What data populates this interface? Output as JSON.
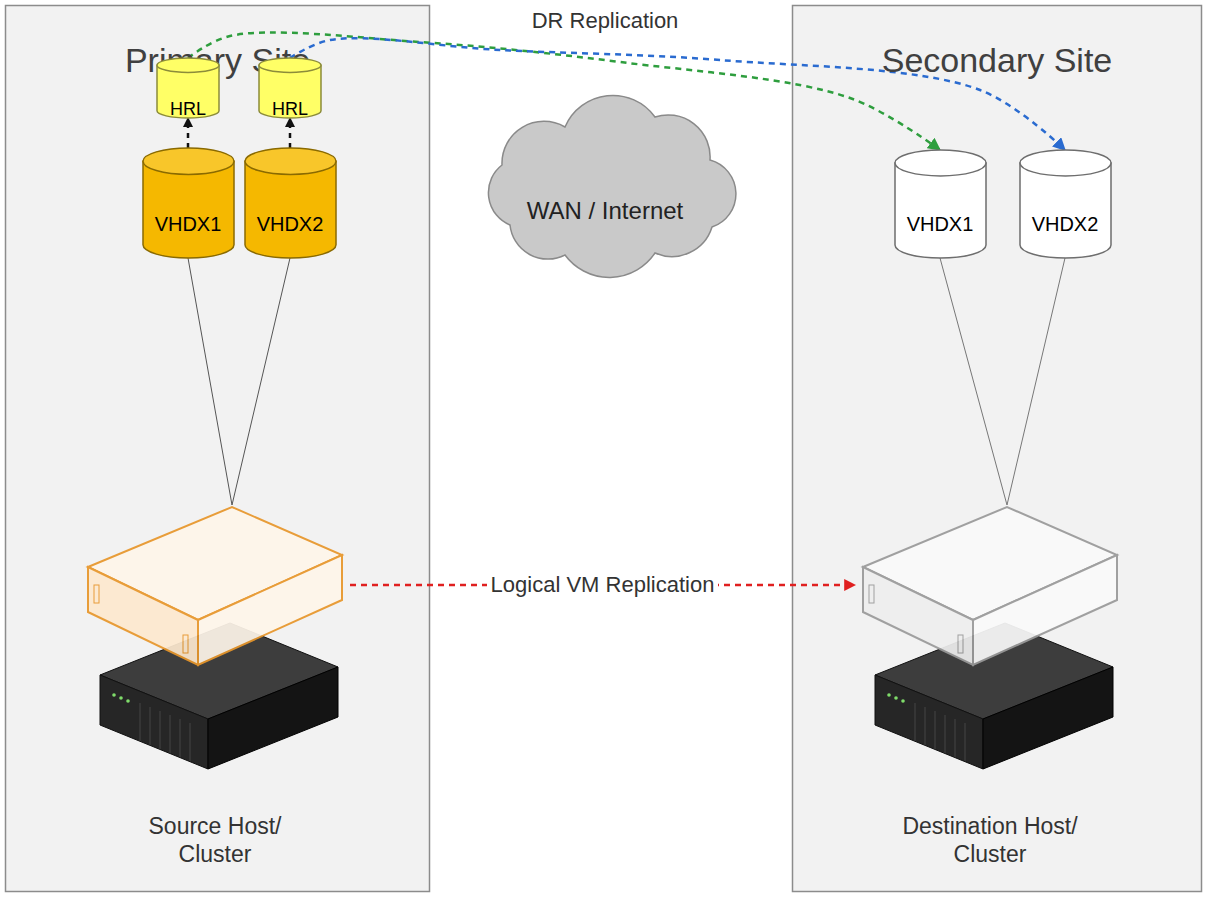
{
  "diagram": {
    "nodes": [
      {
        "text": [
          "Primary Site"
        ]
      },
      {
        "text": [
          "HRL"
        ],
        "in": 0
      },
      {
        "text": [
          "HRL"
        ],
        "in": 0
      },
      {
        "text": [
          "VHDX1"
        ],
        "in": 0
      },
      {
        "text": [
          "VHDX2"
        ],
        "in": 0
      },
      {
        "text": [
          "Source Host/ Cluster"
        ],
        "in": 0
      },
      {
        "text": [
          "WAN / Internet"
        ]
      },
      {
        "text": [
          "Secondary Site"
        ]
      },
      {
        "text": [
          "VHDX1"
        ],
        "in": 7
      },
      {
        "text": [
          "VHDX2"
        ],
        "in": 7
      },
      {
        "text": [
          "Destination Host/ Cluster"
        ],
        "in": 7
      }
    ],
    "edges": [
      {
        "from": 3,
        "to": 1,
        "arrow": "to"
      },
      {
        "from": 4,
        "to": 2,
        "arrow": "to"
      },
      {
        "from": 1,
        "to": 8,
        "arrow": "to"
      },
      {
        "from": 2,
        "to": 9,
        "arrow": "to"
      },
      {
        "from": 3,
        "to": 5,
        "arrow": "none"
      },
      {
        "from": 4,
        "to": 5,
        "arrow": "none"
      },
      {
        "from": 8,
        "to": 10,
        "arrow": "none"
      },
      {
        "from": 9,
        "to": 10,
        "arrow": "none"
      },
      {
        "from": 5,
        "to": 10,
        "label": "Logical VM Replication",
        "arrow": "to"
      }
    ],
    "labels": [
      "DR Replication"
    ]
  }
}
